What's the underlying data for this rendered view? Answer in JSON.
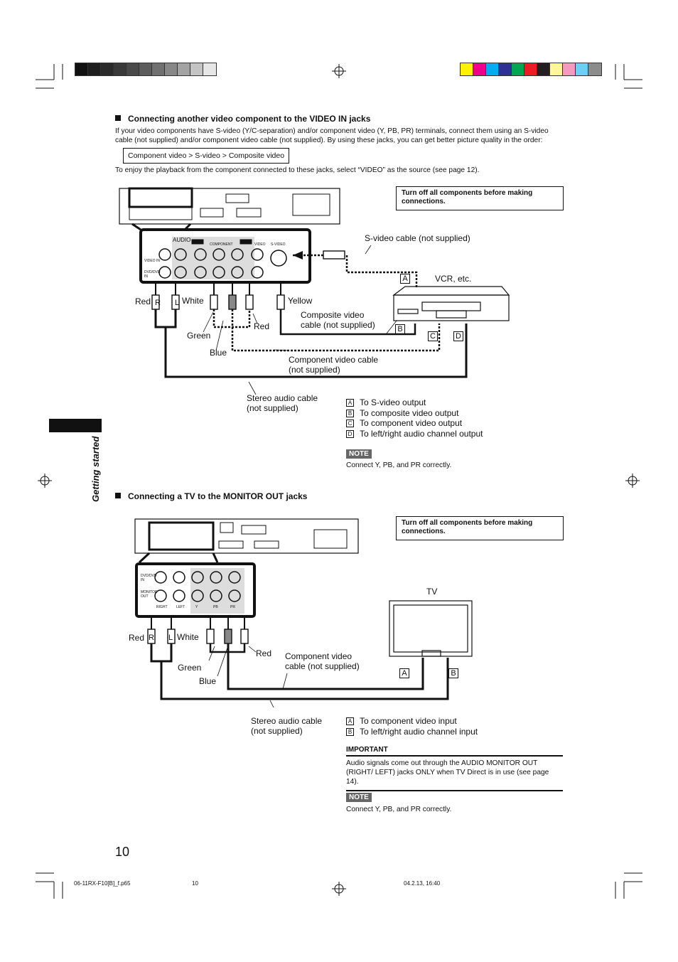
{
  "section1": {
    "heading": "Connecting another video component to the VIDEO IN jacks",
    "intro": "If your video components have S-video (Y/C-separation) and/or component video (Y, PB, PR) terminals, connect them using an S-video cable (not supplied) and/or component video cable (not supplied). By using these jacks, you can get better picture quality in the order:",
    "order_box": "Component video > S-video > Composite video",
    "playback_note": "To enjoy the playback from the component connected to these jacks, select “VIDEO” as the source (see page 12).",
    "warning": "Turn off all components before making connections.",
    "labels": {
      "svideo_cable": "S-video cable (not supplied)",
      "vcr": "VCR, etc.",
      "red": "Red",
      "white": "White",
      "yellow": "Yellow",
      "composite_cable": "Composite video\ncable (not supplied)",
      "green": "Green",
      "red2": "Red",
      "blue": "Blue",
      "component_cable": "Component video cable\n(not supplied)",
      "stereo_cable": "Stereo audio cable\n(not supplied)",
      "plug_r": "R",
      "plug_l": "L"
    },
    "panel_labels": {
      "audio": "AUDIO",
      "component": "COMPONENT",
      "video": "VIDEO",
      "svideo": "S-VIDEO",
      "video_in": "VIDEO IN",
      "dvd_dvd": "DVD/DVD IN"
    },
    "markers": {
      "a": "A",
      "b": "B",
      "c": "C",
      "d": "D"
    },
    "legend": [
      {
        "key": "A",
        "text": "To S-video output"
      },
      {
        "key": "B",
        "text": "To composite video output"
      },
      {
        "key": "C",
        "text": "To component video output"
      },
      {
        "key": "D",
        "text": "To left/right audio channel output"
      }
    ],
    "note_badge": "NOTE",
    "note_text": "Connect Y, PB, and PR correctly."
  },
  "sidebar_label": "Getting started",
  "section2": {
    "heading": "Connecting a TV to the MONITOR OUT jacks",
    "warning": "Turn off all components before making connections.",
    "labels": {
      "tv": "TV",
      "red": "Red",
      "white": "White",
      "red2": "Red",
      "component_cable": "Component video\ncable (not supplied)",
      "green": "Green",
      "blue": "Blue",
      "stereo_cable": "Stereo audio cable\n(not supplied)",
      "plug_r": "R",
      "plug_l": "L"
    },
    "panel_labels": {
      "dvd_in": "DVD/DVD IN",
      "monitor_out": "MONITOR OUT",
      "right": "RIGHT",
      "left": "LEFT",
      "y": "Y",
      "pb": "PB",
      "pr": "PR"
    },
    "markers": {
      "a": "A",
      "b": "B"
    },
    "legend": [
      {
        "key": "A",
        "text": "To component video input"
      },
      {
        "key": "B",
        "text": "To left/right audio channel input"
      }
    ],
    "important_title": "IMPORTANT",
    "important_text": "Audio signals come out through the AUDIO MONITOR OUT (RIGHT/ LEFT) jacks ONLY when TV Direct is in use (see page 14).",
    "note_badge": "NOTE",
    "note_text": "Connect Y, PB, and PR correctly."
  },
  "page_number": "10",
  "footer": {
    "file": "06-11RX-F10[B]_f.p65",
    "page": "10",
    "date": "04.2.13, 16:40"
  },
  "colors": {
    "gray_bar": [
      "#111111",
      "#1e1e1e",
      "#2b2b2b",
      "#3a3a3a",
      "#4a4a4a",
      "#5c5c5c",
      "#707070",
      "#878787",
      "#a3a3a3",
      "#c4c4c4",
      "#e6e6e6"
    ],
    "color_bar": [
      "#fff200",
      "#ec008c",
      "#00aeef",
      "#2e3192",
      "#00a651",
      "#ed1c24",
      "#231f20",
      "#fff799",
      "#f49ac1",
      "#6dcff6",
      "#8c8c8c"
    ]
  }
}
